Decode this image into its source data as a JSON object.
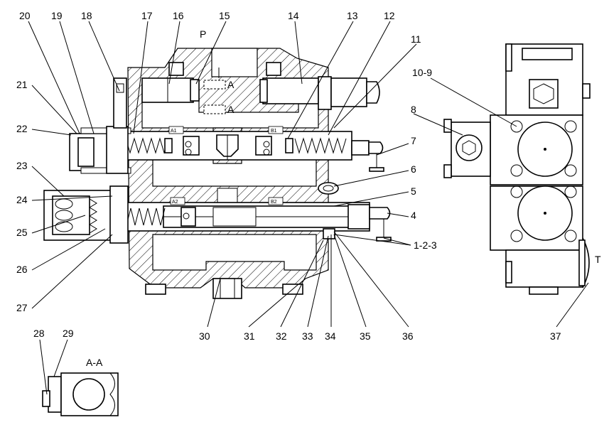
{
  "labels": {
    "top": [
      "20",
      "19",
      "18",
      "17",
      "16",
      "15",
      "14",
      "13",
      "12",
      "11",
      "10-9",
      "8",
      "7",
      "6",
      "5",
      "4",
      "1-2-3"
    ],
    "left": [
      "21",
      "22",
      "23",
      "24",
      "25",
      "26",
      "27"
    ],
    "bottom": [
      "30",
      "31",
      "32",
      "33",
      "34",
      "35",
      "36",
      "37"
    ],
    "section": [
      "28",
      "29"
    ]
  },
  "text": {
    "port_p": "P",
    "port_t": "T",
    "section_mark_a1": "A",
    "section_mark_a2": "A",
    "section_title": "A-A",
    "port_a1": "A1",
    "port_b1": "B1",
    "port_a2": "A2",
    "port_b2": "B2"
  }
}
